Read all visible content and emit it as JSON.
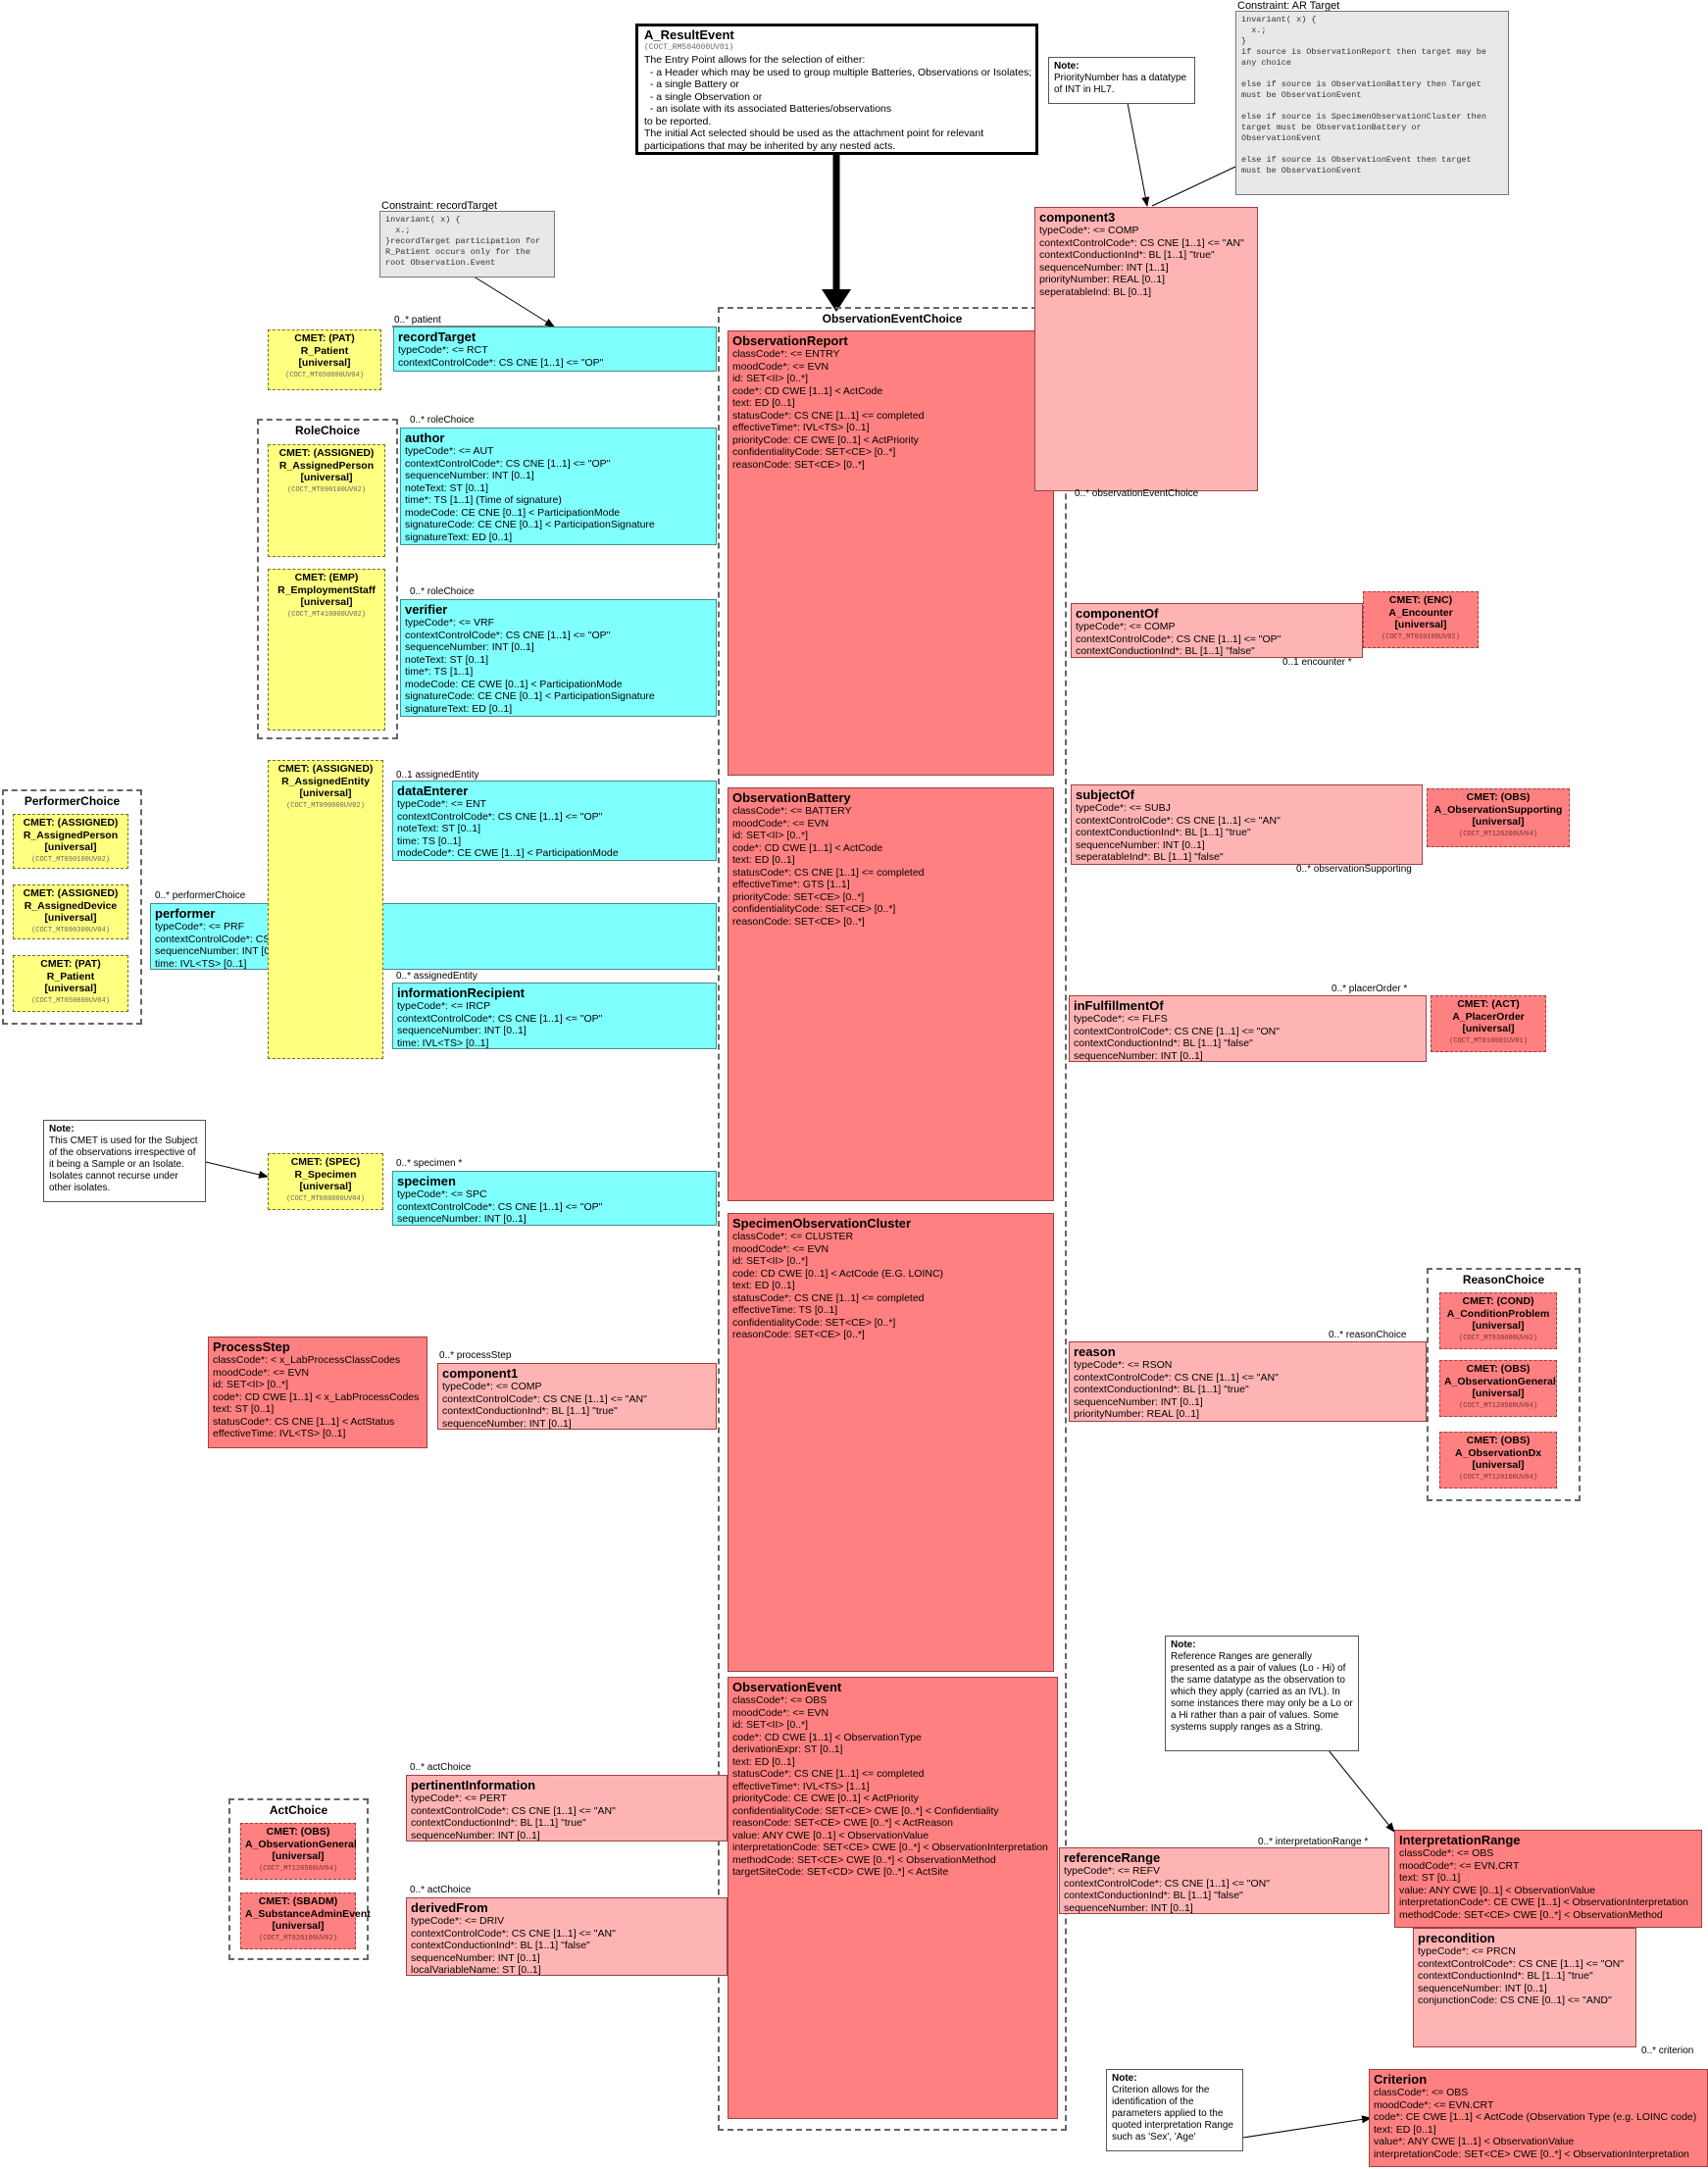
{
  "entry": {
    "title": "A_ResultEvent",
    "id": "(COCT_RM504000UV01)",
    "lines": [
      "The Entry Point allows for the selection of either:",
      "  - a Header which may be used to group multiple Batteries, Observations or Isolates;",
      "  - a single Battery or",
      "  - a single Observation or",
      "  - an isolate with its associated Batteries/observations",
      "to be reported.",
      "The initial Act selected should be used as the attachment point for relevant",
      "participations that may be inherited by any nested acts."
    ]
  },
  "constraint_ar": {
    "title": "Constraint: AR Target",
    "text": "invariant( x) {\n  x.;\n}\nif source is ObservationReport then target may be\nany choice\n\nelse if source is ObservationBattery then Target\nmust be ObservationEvent\n\nelse if source is SpecimenObservationCluster then\ntarget must be ObservationBattery or\nObservationEvent\n\nelse if source is ObservationEvent then target\nmust be ObservationEvent"
  },
  "constraint_rt": {
    "title": "Constraint: recordTarget",
    "text": "invariant( x) {\n  x.;\n}recordTarget participation for\nR_Patient occurs only for the\nroot Observation.Event"
  },
  "note_priority": {
    "title": "Note:",
    "text": "PriorityNumber has a datatype of INT in HL7."
  },
  "note_cmet": {
    "title": "Note:",
    "text": "This CMET is used for the Subject of the observations irrespective of it being a Sample or an Isolate. Isolates cannot recurse under other isolates."
  },
  "note_reference": {
    "title": "Note:",
    "text": "Reference Ranges are generally presented as a pair of values (Lo - Hi) of the same datatype as the observation to which they apply (carried as an IVL). In some instances there may only be a Lo or a Hi rather than a pair of values. Some systems supply ranges as a String."
  },
  "note_criterion": {
    "title": "Note:",
    "text": "Criterion allows for the identification of the parameters applied to the quoted interpretation Range such as 'Sex', 'Age'"
  },
  "choices": {
    "obs_event_choice": "ObservationEventChoice",
    "role_choice": "RoleChoice",
    "performer_choice": "PerformerChoice",
    "reason_choice": "ReasonChoice",
    "act_choice": "ActChoice"
  },
  "acts": {
    "observation_report": {
      "title": "ObservationReport",
      "lines": [
        "classCode*: <= ENTRY",
        "moodCode*: <= EVN",
        "id: SET<II> [0..*]",
        "code*: CD CWE [1..1] < ActCode",
        "text: ED [0..1]",
        "statusCode*: CS CNE [1..1] <= completed",
        "effectiveTime*: IVL<TS> [0..1]",
        "priorityCode: CE CWE [0..1] < ActPriority",
        "confidentialityCode: SET<CE> [0..*]",
        "reasonCode: SET<CE> [0..*]"
      ]
    },
    "observation_battery": {
      "title": "ObservationBattery",
      "lines": [
        "classCode*: <= BATTERY",
        "moodCode*: <= EVN",
        "id: SET<II> [0..*]",
        "code*: CD CWE [1..1] < ActCode",
        "text: ED [0..1]",
        "statusCode*: CS CNE [1..1] <= completed",
        "effectiveTime*: GTS [1..1]",
        "priorityCode: SET<CE> [0..*]",
        "confidentialityCode: SET<CE> [0..*]",
        "reasonCode: SET<CE> [0..*]"
      ]
    },
    "specimen_cluster": {
      "title": "SpecimenObservationCluster",
      "lines": [
        "classCode*: <= CLUSTER",
        "moodCode*: <= EVN",
        "id: SET<II> [0..*]",
        "code: CD CWE [0..1] < ActCode (E.G. LOINC)",
        "text: ED [0..1]",
        "statusCode*: CS CNE [1..1] <= completed",
        "effectiveTime: TS [0..1]",
        "confidentialityCode: SET<CE> [0..*]",
        "reasonCode: SET<CE> [0..*]"
      ]
    },
    "observation_event": {
      "title": "ObservationEvent",
      "lines": [
        "classCode*: <= OBS",
        "moodCode*: <= EVN",
        "id: SET<II> [0..*]",
        "code*: CD CWE [1..1] < ObservationType",
        "derivationExpr: ST [0..1]",
        "text: ED [0..1]",
        "statusCode*: CS CNE [1..1] <= completed",
        "effectiveTime*: IVL<TS> [1..1]",
        "priorityCode: CE CWE [0..1] < ActPriority",
        "confidentialityCode: SET<CE> CWE [0..*] < Confidentiality",
        "reasonCode: SET<CE> CWE [0..*] < ActReason",
        "value: ANY CWE [0..1] < ObservationValue",
        "interpretationCode: SET<CE> CWE [0..*] < ObservationInterpretation",
        "methodCode: SET<CE> CWE [0..*] < ObservationMethod",
        "targetSiteCode: SET<CD> CWE [0..*] < ActSite"
      ]
    },
    "process_step": {
      "title": "ProcessStep",
      "lines": [
        "classCode*: < x_LabProcessClassCodes",
        "moodCode*: <= EVN",
        "id: SET<II> [0..*]",
        "code*: CD CWE [1..1] < x_LabProcessCodes",
        "text: ST [0..1]",
        "statusCode*: CS CNE [1..1] < ActStatus",
        "effectiveTime: IVL<TS> [0..1]"
      ]
    },
    "interpretation_range": {
      "title": "InterpretationRange",
      "lines": [
        "classCode*: <= OBS",
        "moodCode*: <= EVN.CRT",
        "text: ST [0..1]",
        "value: ANY CWE [0..1] < ObservationValue",
        "interpretationCode*: CE CWE [1..1] < ObservationInterpretation",
        "methodCode: SET<CE> CWE [0..*] < ObservationMethod"
      ]
    },
    "criterion": {
      "title": "Criterion",
      "lines": [
        "classCode*: <= OBS",
        "moodCode*: <= EVN.CRT",
        "code*: CE CWE [1..1] < ActCode (Observation Type (e.g. LOINC code)",
        "text: ED [0..1]",
        "value*: ANY CWE [1..1] < ObservationValue",
        "interpretationCode: SET<CE> CWE [0..*] < ObservationInterpretation"
      ]
    }
  },
  "rels": {
    "component3": {
      "title": "component3",
      "lines": [
        "typeCode*: <= COMP",
        "contextControlCode*: CS CNE [1..1] <= \"AN\"",
        "contextConductionInd*: BL [1..1] \"true\"",
        "sequenceNumber: INT [1..1]",
        "priorityNumber: REAL [0..1]",
        "seperatableInd: BL [0..1]"
      ]
    },
    "component_of": {
      "title": "componentOf",
      "lines": [
        "typeCode*: <= COMP",
        "contextControlCode*: CS CNE [1..1] <= \"OP\"",
        "contextConductionInd*: BL [1..1] \"false\""
      ]
    },
    "subject_of": {
      "title": "subjectOf",
      "lines": [
        "typeCode*: <= SUBJ",
        "contextControlCode*: CS CNE [1..1] <= \"AN\"",
        "contextConductionInd*: BL [1..1] \"true\"",
        "sequenceNumber: INT [0..1]",
        "seperatableInd*: BL [1..1] \"false\""
      ]
    },
    "in_fulfillment_of": {
      "title": "inFulfillmentOf",
      "lines": [
        "typeCode*: <= FLFS",
        "contextControlCode*: CS CNE [1..1] <= \"ON\"",
        "contextConductionInd*: BL [1..1] \"false\"",
        "sequenceNumber: INT [0..1]"
      ]
    },
    "reason": {
      "title": "reason",
      "lines": [
        "typeCode*: <= RSON",
        "contextControlCode*: CS CNE [1..1] <= \"AN\"",
        "contextConductionInd*: BL [1..1] \"true\"",
        "sequenceNumber: INT [0..1]",
        "priorityNumber: REAL [0..1]"
      ]
    },
    "component1": {
      "title": "component1",
      "lines": [
        "typeCode*: <= COMP",
        "contextControlCode*: CS CNE [1..1] <= \"AN\"",
        "contextConductionInd*: BL [1..1] \"true\"",
        "sequenceNumber: INT [0..1]"
      ]
    },
    "pertinent_information": {
      "title": "pertinentInformation",
      "lines": [
        "typeCode*: <= PERT",
        "contextControlCode*: CS CNE [1..1] <= \"AN\"",
        "contextConductionInd*: BL [1..1] \"true\"",
        "sequenceNumber: INT [0..1]"
      ]
    },
    "derived_from": {
      "title": "derivedFrom",
      "lines": [
        "typeCode*: <= DRIV",
        "contextControlCode*: CS CNE [1..1] <= \"AN\"",
        "contextConductionInd*: BL [1..1] \"false\"",
        "sequenceNumber: INT [0..1]",
        "localVariableName: ST [0..1]"
      ]
    },
    "reference_range": {
      "title": "referenceRange",
      "lines": [
        "typeCode*: <= REFV",
        "contextControlCode*: CS CNE [1..1] <= \"ON\"",
        "contextConductionInd*: BL [1..1] \"false\"",
        "sequenceNumber: INT [0..1]"
      ]
    },
    "precondition": {
      "title": "precondition",
      "lines": [
        "typeCode*: <= PRCN",
        "contextControlCode*: CS CNE [1..1] <= \"ON\"",
        "contextConductionInd*: BL [1..1] \"true\"",
        "sequenceNumber: INT [0..1]",
        "conjunctionCode: CS CNE [0..1] <= \"AND\""
      ]
    }
  },
  "parts": {
    "record_target": {
      "title": "recordTarget",
      "lines": [
        "typeCode*: <= RCT",
        "contextControlCode*: CS CNE [1..1] <= \"OP\""
      ]
    },
    "author": {
      "title": "author",
      "lines": [
        "typeCode*: <= AUT",
        "contextControlCode*: CS CNE [1..1] <= \"OP\"",
        "sequenceNumber: INT [0..1]",
        "noteText: ST [0..1]",
        "time*: TS [1..1] (Time of signature)",
        "modeCode: CE CNE [0..1] < ParticipationMode",
        "signatureCode: CE CNE [0..1] < ParticipationSignature",
        "signatureText: ED [0..1]"
      ]
    },
    "verifier": {
      "title": "verifier",
      "lines": [
        "typeCode*: <= VRF",
        "contextControlCode*: CS CNE [1..1] <= \"OP\"",
        "sequenceNumber: INT [0..1]",
        "noteText: ST [0..1]",
        "time*: TS [1..1]",
        "modeCode: CE CWE [0..1] < ParticipationMode",
        "signatureCode: CE CNE [0..1] < ParticipationSignature",
        "signatureText: ED [0..1]"
      ]
    },
    "data_enterer": {
      "title": "dataEnterer",
      "lines": [
        "typeCode*: <= ENT",
        "contextControlCode*: CS CNE [1..1] <= \"OP\"",
        "noteText: ST [0..1]",
        "time: TS [0..1]",
        "modeCode*: CE CWE [1..1] < ParticipationMode"
      ]
    },
    "performer": {
      "title": "performer",
      "lines": [
        "typeCode*: <= PRF",
        "contextControlCode*: CS CNE [1..1] <= \"OP\"",
        "sequenceNumber: INT [0..1]",
        "time: IVL<TS> [0..1]"
      ]
    },
    "information_recipient": {
      "title": "informationRecipient",
      "lines": [
        "typeCode*: <= IRCP",
        "contextControlCode*: CS CNE [1..1] <= \"OP\"",
        "sequenceNumber: INT [0..1]",
        "time: IVL<TS> [0..1]"
      ]
    },
    "specimen": {
      "title": "specimen",
      "lines": [
        "typeCode*: <= SPC",
        "contextControlCode*: CS CNE [1..1] <= \"OP\"",
        "sequenceNumber: INT [0..1]"
      ]
    }
  },
  "cmets": {
    "patient_rt": {
      "k": "CMET: (PAT)",
      "n": "R_Patient",
      "u": "[universal]",
      "id": "(COCT_MT050000UV04)"
    },
    "assigned_person": {
      "k": "CMET: (ASSIGNED)",
      "n": "R_AssignedPerson",
      "u": "[universal]",
      "id": "(COCT_MT090100UV02)"
    },
    "employment_staff": {
      "k": "CMET: (EMP)",
      "n": "R_EmploymentStaff",
      "u": "[universal]",
      "id": "(COCT_MT410000UV02)"
    },
    "assigned_entity": {
      "k": "CMET: (ASSIGNED)",
      "n": "R_AssignedEntity",
      "u": "[universal]",
      "id": "(COCT_MT090000UV02)"
    },
    "pc_assigned_person": {
      "k": "CMET: (ASSIGNED)",
      "n": "R_AssignedPerson",
      "u": "[universal]",
      "id": "(COCT_MT090100UV02)"
    },
    "pc_assigned_device": {
      "k": "CMET: (ASSIGNED)",
      "n": "R_AssignedDevice",
      "u": "[universal]",
      "id": "(COCT_MT090300UV04)"
    },
    "pc_patient": {
      "k": "CMET: (PAT)",
      "n": "R_Patient",
      "u": "[universal]",
      "id": "(COCT_MT050000UV04)"
    },
    "specimen": {
      "k": "CMET: (SPEC)",
      "n": "R_Specimen",
      "u": "[universal]",
      "id": "(COCT_MT080000UV04)"
    },
    "encounter": {
      "k": "CMET: (ENC)",
      "n": "A_Encounter",
      "u": "[universal]",
      "id": "(COCT_MT010100UV02)"
    },
    "obs_supporting": {
      "k": "CMET: (OBS)",
      "n": "A_ObservationSupporting",
      "u": "[universal]",
      "id": "(COCT_MT120200UV04)"
    },
    "placer_order": {
      "k": "CMET: (ACT)",
      "n": "A_PlacerOrder",
      "u": "[universal]",
      "id": "(COCT_MT010001UV01)"
    },
    "condition_problem": {
      "k": "CMET: (COND)",
      "n": "A_ConditionProblem",
      "u": "[universal]",
      "id": "(COCT_MT930000UV02)"
    },
    "obs_general_rc": {
      "k": "CMET: (OBS)",
      "n": "A_ObservationGeneral",
      "u": "[universal]",
      "id": "(COCT_MT120500UV04)"
    },
    "obs_dx": {
      "k": "CMET: (OBS)",
      "n": "A_ObservationDx",
      "u": "[universal]",
      "id": "(COCT_MT120100UV04)"
    },
    "obs_general_ac": {
      "k": "CMET: (OBS)",
      "n": "A_ObservationGeneral",
      "u": "[universal]",
      "id": "(COCT_MT120500UV04)"
    },
    "substance_admin": {
      "k": "CMET: (SBADM)",
      "n": "A_SubstanceAdminEvent",
      "u": "[universal]",
      "id": "(COCT_MT920100UV02)"
    }
  },
  "labels": {
    "patient": "0..* patient",
    "role_choice_author": "0..* roleChoice",
    "role_choice_verifier": "0..* roleChoice",
    "assigned_entity": "0..1 assignedEntity",
    "performer_choice": "0..* performerChoice",
    "assigned_entity2": "0..* assignedEntity",
    "specimen": "0..* specimen   *",
    "process_step": "0..* processStep",
    "obs_event_choice": "0..* observationEventChoice",
    "encounter": "0..1 encounter   *",
    "obs_supporting": "0..* observationSupporting",
    "placer_order": "0..* placerOrder   *",
    "reason_choice": "0..* reasonChoice",
    "act_choice1": "0..* actChoice",
    "act_choice2": "0..* actChoice",
    "interpretation_range": "0..* interpretationRange   *",
    "criterion": "0..* criterion"
  },
  "colors": {
    "act": "#ff8080",
    "relationship": "#ffb4b4",
    "participation": "#80ffff",
    "cmet_role": "#ffff80"
  }
}
